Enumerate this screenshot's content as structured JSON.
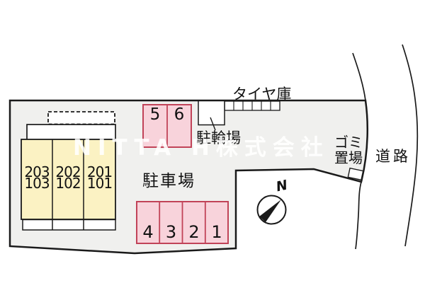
{
  "watermark": "NITTA H株式会社",
  "labels": {
    "parking_lot": "駐車場",
    "bicycle_parking": "駐輪場",
    "tire_storage": "タイヤ庫",
    "trash_line1": "ゴミ",
    "trash_line2": "置場",
    "road": "道路",
    "compass_north": "N"
  },
  "building_units": [
    {
      "upper": "203",
      "lower": "103"
    },
    {
      "upper": "202",
      "lower": "102"
    },
    {
      "upper": "201",
      "lower": "101"
    }
  ],
  "parking_spaces": {
    "top": [
      "5",
      "6"
    ],
    "bottom": [
      "4",
      "3",
      "2",
      "1"
    ]
  },
  "colors": {
    "site_fill": "#f0f0ee",
    "unit_fill": "#fbf2c3",
    "space_fill": "#f8d3db",
    "space_border": "#c14358",
    "white": "#ffffff",
    "line": "#1a1a1a"
  }
}
